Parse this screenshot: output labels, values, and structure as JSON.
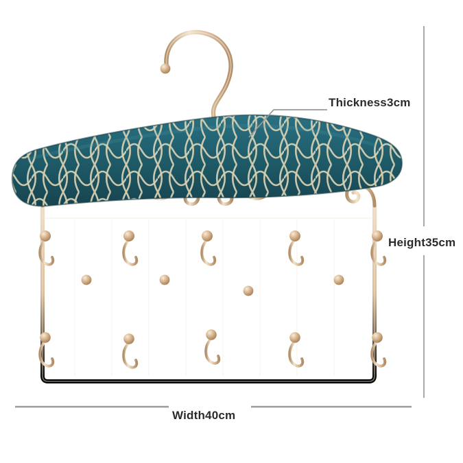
{
  "product": {
    "name": "decorative-scroll-hanger",
    "type": "padded fabric hanger with wrought iron hook rack",
    "hook": {
      "name": "swan-neck-hook",
      "finish": "champagne gold metal",
      "tip": "ball finial"
    },
    "padded_bar": {
      "name": "padded-fabric-shoulder",
      "fabric_color": "#1f5d6b",
      "pattern_name": "quatrefoil-lattice",
      "pattern_color": "#d8d2b4"
    },
    "frame": {
      "name": "scrollwork-rack-frame",
      "metal_color": "#d9bd9a",
      "metal_highlight": "#f3e4cf",
      "metal_shadow": "#b2906a",
      "vertical_bars": 9,
      "scroll_count": 6,
      "hook_rows": 2,
      "hooks_per_row": 5,
      "bead_count": 9
    }
  },
  "annotations": {
    "thickness": {
      "label": "Thickness3cm",
      "value": 3,
      "unit": "cm",
      "leader": "angled-leader-line"
    },
    "height": {
      "label": "Height35cm",
      "value": 35,
      "unit": "cm",
      "leader": "vertical-dimension-line"
    },
    "width": {
      "label": "Width40cm",
      "value": 40,
      "unit": "cm",
      "leader": "horizontal-dimension-line"
    }
  },
  "colors": {
    "background": "#ffffff",
    "dimension_line": "#9a9a9a",
    "label_text": "#2b2b2b",
    "teal": "#1f5d6b",
    "gold": "#d9bd9a"
  }
}
